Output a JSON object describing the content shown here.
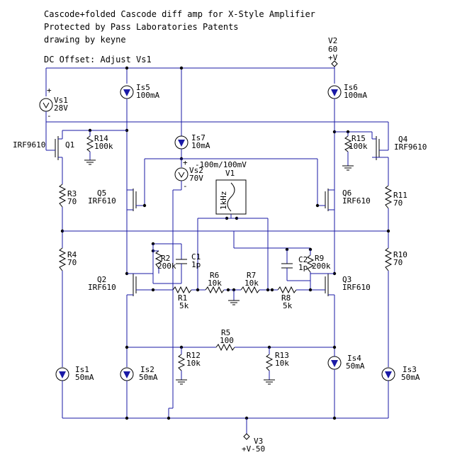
{
  "header": {
    "line1": "Cascode+folded Cascode diff amp for X-Style Amplifier",
    "line2": "Protected by Pass Laboratories Patents",
    "line3": "drawing by keyne",
    "note": "DC Offset: Adjust Vs1"
  },
  "supply_top": {
    "name": "V2",
    "value": "60",
    "pol": "+V"
  },
  "supply_bottom": {
    "name": "V3",
    "value": "+V-50"
  },
  "components": {
    "vs1": {
      "name": "Vs1",
      "value": "28V",
      "plus": "+",
      "minus": "-"
    },
    "vs2": {
      "name": "Vs2",
      "value": "70V",
      "plus": "+",
      "minus": "-"
    },
    "v1": {
      "name": "V1",
      "value": "-100m/100mV",
      "freq": "1kHz"
    },
    "q1": {
      "name": "Q1",
      "type": "IRF9610"
    },
    "q2": {
      "name": "Q2",
      "type": "IRF610"
    },
    "q3": {
      "name": "Q3",
      "type": "IRF610"
    },
    "q4": {
      "name": "Q4",
      "type": "IRF9610"
    },
    "q5": {
      "name": "Q5",
      "type": "IRF610"
    },
    "q6": {
      "name": "Q6",
      "type": "IRF610"
    },
    "is1": {
      "name": "Is1",
      "value": "50mA"
    },
    "is2": {
      "name": "Is2",
      "value": "50mA"
    },
    "is3": {
      "name": "Is3",
      "value": "50mA"
    },
    "is4": {
      "name": "Is4",
      "value": "50mA"
    },
    "is5": {
      "name": "Is5",
      "value": "100mA"
    },
    "is6": {
      "name": "Is6",
      "value": "100mA"
    },
    "is7": {
      "name": "Is7",
      "value": "10mA"
    },
    "r1": {
      "name": "R1",
      "value": "5k"
    },
    "r2": {
      "name": "R2",
      "value": "200k"
    },
    "r3": {
      "name": "R3",
      "value": "70"
    },
    "r4": {
      "name": "R4",
      "value": "70"
    },
    "r5": {
      "name": "R5",
      "value": "100"
    },
    "r6": {
      "name": "R6",
      "value": "10k"
    },
    "r7": {
      "name": "R7",
      "value": "10k"
    },
    "r8": {
      "name": "R8",
      "value": "5k"
    },
    "r9": {
      "name": "R9",
      "value": "200k"
    },
    "r10": {
      "name": "R10",
      "value": "70"
    },
    "r11": {
      "name": "R11",
      "value": "70"
    },
    "r12": {
      "name": "R12",
      "value": "10k"
    },
    "r13": {
      "name": "R13",
      "value": "10k"
    },
    "r14": {
      "name": "R14",
      "value": "100k"
    },
    "r15": {
      "name": "R15",
      "value": "100k"
    },
    "c1": {
      "name": "C1",
      "value": "1p"
    },
    "c2": {
      "name": "C2",
      "value": "1p"
    }
  },
  "colors": {
    "wire": "#1a1aa6",
    "current_source": "#1a1aa6",
    "text": "#000000"
  }
}
